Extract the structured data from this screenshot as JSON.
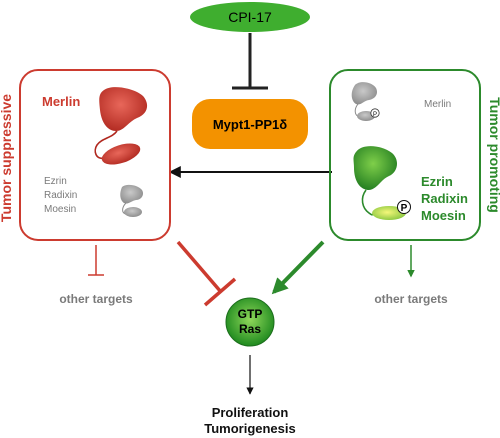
{
  "nodes": {
    "cpi17": "CPI-17",
    "mypt1": "Mypt1-PP1δ",
    "gtp_ras_line1": "GTP",
    "gtp_ras_line2": "Ras"
  },
  "left_panel": {
    "side_label": "Tumor suppressive",
    "merlin": "Merlin",
    "erm": [
      "Ezrin",
      "Radixin",
      "Moesin"
    ],
    "targets": "other targets"
  },
  "right_panel": {
    "side_label": "Tumor promoting",
    "merlin": "Merlin",
    "erm": [
      "Ezrin",
      "Radixin",
      "Moesin"
    ],
    "phospho_symbol": "P",
    "targets": "other targets"
  },
  "outcome": [
    "Proliferation",
    "Tumorigenesis"
  ],
  "colors": {
    "suppressive": "#cc3b2f",
    "promoting": "#2c8a2c",
    "cpi17_fill": "#3fae2f",
    "mypt1_fill": "#f39200",
    "ras_fill": "#2ea42a",
    "gray_text": "#7a7a7a"
  }
}
